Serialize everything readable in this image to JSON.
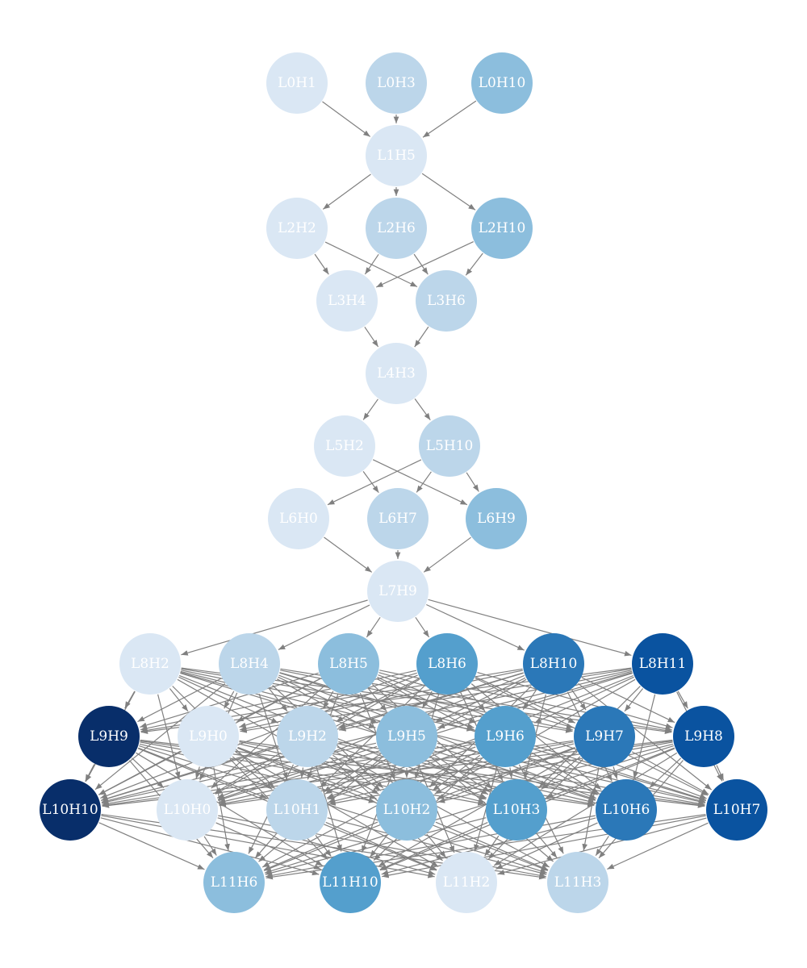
{
  "colors": {
    "edge": "#808080",
    "label": "#ffffff",
    "shade_1": "#dae7f4",
    "shade_2": "#bcd6ea",
    "shade_3": "#8cbedd",
    "shade_4": "#549fcd",
    "shade_5": "#2b78b8",
    "shade_6": "#0a53a0",
    "shade_7": "#082e6a"
  },
  "layers": [
    {
      "name": "layer-0",
      "nodes": [
        {
          "id": "L0H1",
          "label": "L0H1",
          "shade": 1
        },
        {
          "id": "L0H3",
          "label": "L0H3",
          "shade": 2
        },
        {
          "id": "L0H10",
          "label": "L0H10",
          "shade": 3
        }
      ]
    },
    {
      "name": "layer-1",
      "nodes": [
        {
          "id": "L1H5",
          "label": "L1H5",
          "shade": 1
        }
      ]
    },
    {
      "name": "layer-2",
      "nodes": [
        {
          "id": "L2H2",
          "label": "L2H2",
          "shade": 1
        },
        {
          "id": "L2H6",
          "label": "L2H6",
          "shade": 2
        },
        {
          "id": "L2H10",
          "label": "L2H10",
          "shade": 3
        }
      ]
    },
    {
      "name": "layer-3",
      "nodes": [
        {
          "id": "L3H4",
          "label": "L3H4",
          "shade": 1
        },
        {
          "id": "L3H6",
          "label": "L3H6",
          "shade": 2
        }
      ]
    },
    {
      "name": "layer-4",
      "nodes": [
        {
          "id": "L4H3",
          "label": "L4H3",
          "shade": 1
        }
      ]
    },
    {
      "name": "layer-5",
      "nodes": [
        {
          "id": "L5H2",
          "label": "L5H2",
          "shade": 1
        },
        {
          "id": "L5H10",
          "label": "L5H10",
          "shade": 2
        }
      ]
    },
    {
      "name": "layer-6",
      "nodes": [
        {
          "id": "L6H0",
          "label": "L6H0",
          "shade": 1
        },
        {
          "id": "L6H7",
          "label": "L6H7",
          "shade": 2
        },
        {
          "id": "L6H9",
          "label": "L6H9",
          "shade": 3
        }
      ]
    },
    {
      "name": "layer-7",
      "nodes": [
        {
          "id": "L7H9",
          "label": "L7H9",
          "shade": 1
        }
      ]
    },
    {
      "name": "layer-8",
      "nodes": [
        {
          "id": "L8H2",
          "label": "L8H2",
          "shade": 1
        },
        {
          "id": "L8H4",
          "label": "L8H4",
          "shade": 2
        },
        {
          "id": "L8H5",
          "label": "L8H5",
          "shade": 3
        },
        {
          "id": "L8H6",
          "label": "L8H6",
          "shade": 4
        },
        {
          "id": "L8H10",
          "label": "L8H10",
          "shade": 5
        },
        {
          "id": "L8H11",
          "label": "L8H11",
          "shade": 6
        }
      ]
    },
    {
      "name": "layer-9",
      "nodes": [
        {
          "id": "L9H9",
          "label": "L9H9",
          "shade": 7
        },
        {
          "id": "L9H0",
          "label": "L9H0",
          "shade": 1
        },
        {
          "id": "L9H2",
          "label": "L9H2",
          "shade": 2
        },
        {
          "id": "L9H5",
          "label": "L9H5",
          "shade": 3
        },
        {
          "id": "L9H6",
          "label": "L9H6",
          "shade": 4
        },
        {
          "id": "L9H7",
          "label": "L9H7",
          "shade": 5
        },
        {
          "id": "L9H8",
          "label": "L9H8",
          "shade": 6
        }
      ]
    },
    {
      "name": "layer-10",
      "nodes": [
        {
          "id": "L10H10",
          "label": "L10H10",
          "shade": 7
        },
        {
          "id": "L10H0",
          "label": "L10H0",
          "shade": 1
        },
        {
          "id": "L10H1",
          "label": "L10H1",
          "shade": 2
        },
        {
          "id": "L10H2",
          "label": "L10H2",
          "shade": 3
        },
        {
          "id": "L10H3",
          "label": "L10H3",
          "shade": 4
        },
        {
          "id": "L10H6",
          "label": "L10H6",
          "shade": 5
        },
        {
          "id": "L10H7",
          "label": "L10H7",
          "shade": 6
        }
      ]
    },
    {
      "name": "layer-11",
      "nodes": [
        {
          "id": "L11H6",
          "label": "L11H6",
          "shade": 3
        },
        {
          "id": "L11H10",
          "label": "L11H10",
          "shade": 4
        },
        {
          "id": "L11H2",
          "label": "L11H2",
          "shade": 1
        },
        {
          "id": "L11H3",
          "label": "L11H3",
          "shade": 2
        }
      ]
    }
  ],
  "edges": [
    [
      "L0H1",
      "L1H5"
    ],
    [
      "L0H3",
      "L1H5"
    ],
    [
      "L0H10",
      "L1H5"
    ],
    [
      "L1H5",
      "L2H2"
    ],
    [
      "L1H5",
      "L2H6"
    ],
    [
      "L1H5",
      "L2H10"
    ],
    [
      "L2H2",
      "L3H4"
    ],
    [
      "L2H2",
      "L3H6"
    ],
    [
      "L2H6",
      "L3H4"
    ],
    [
      "L2H6",
      "L3H6"
    ],
    [
      "L2H10",
      "L3H4"
    ],
    [
      "L2H10",
      "L3H6"
    ],
    [
      "L3H4",
      "L4H3"
    ],
    [
      "L3H6",
      "L4H3"
    ],
    [
      "L4H3",
      "L5H2"
    ],
    [
      "L4H3",
      "L5H10"
    ],
    [
      "L5H2",
      "L6H7"
    ],
    [
      "L5H2",
      "L6H9"
    ],
    [
      "L5H10",
      "L6H0"
    ],
    [
      "L5H10",
      "L6H7"
    ],
    [
      "L5H10",
      "L6H9"
    ],
    [
      "L6H0",
      "L7H9"
    ],
    [
      "L6H7",
      "L7H9"
    ],
    [
      "L6H9",
      "L7H9"
    ],
    [
      "L7H9",
      "L8H2"
    ],
    [
      "L7H9",
      "L8H4"
    ],
    [
      "L7H9",
      "L8H5"
    ],
    [
      "L7H9",
      "L8H6"
    ],
    [
      "L7H9",
      "L8H10"
    ],
    [
      "L7H9",
      "L8H11"
    ]
  ],
  "dense_edges": [
    {
      "from_layer": 8,
      "to_layer": 9
    },
    {
      "from_layer": 8,
      "to_layer": 10
    },
    {
      "from_layer": 9,
      "to_layer": 10
    },
    {
      "from_layer": 9,
      "to_layer": 11
    },
    {
      "from_layer": 10,
      "to_layer": 11
    }
  ]
}
